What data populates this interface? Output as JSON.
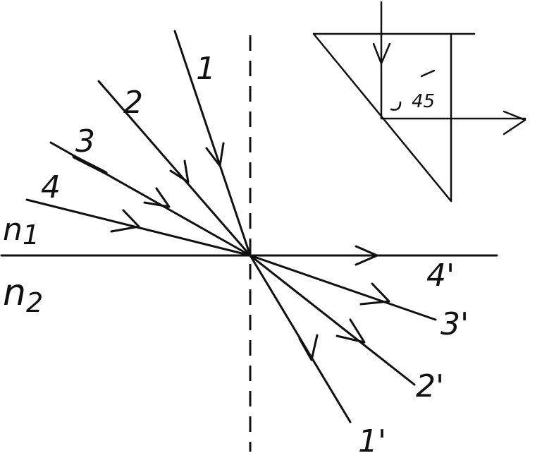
{
  "media": {
    "n1": "n",
    "n1_sub": "1",
    "n2": "n",
    "n2_sub": "2"
  },
  "incident_rays": [
    {
      "label": "1"
    },
    {
      "label": "2"
    },
    {
      "label": "3"
    },
    {
      "label": "4"
    }
  ],
  "refracted_rays": [
    {
      "label": "1'"
    },
    {
      "label": "2'"
    },
    {
      "label": "3'"
    },
    {
      "label": "4'"
    }
  ],
  "prism": {
    "angle_label": "45"
  },
  "colors": {
    "ink": "#111111",
    "background": "#ffffff"
  }
}
